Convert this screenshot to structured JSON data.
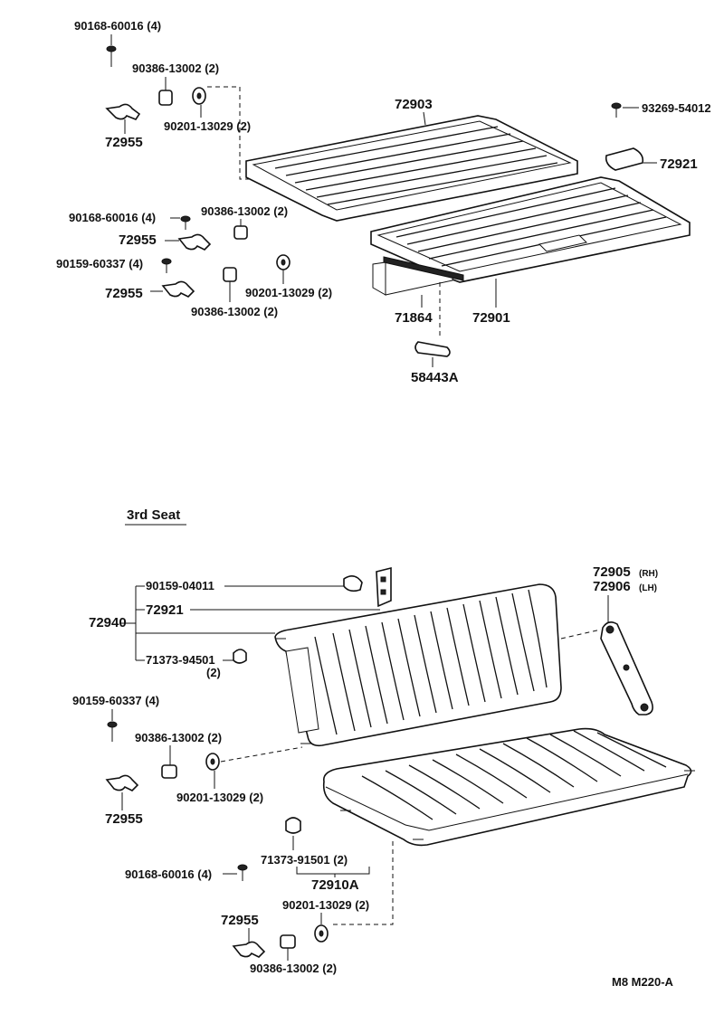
{
  "section_title": "3rd Seat",
  "footer_code": "M8  M220-A",
  "labels": {
    "top_bolt_a": "90168-60016 (4)",
    "top_bushing_a": "90386-13002 (2)",
    "top_washer_a": "90201-13029 (2)",
    "top_bracket_a": "72955",
    "panel_upper": "72903",
    "screw_right": "93269-54012",
    "pad_right": "72921",
    "top_bolt_b": "90168-60016 (4)",
    "top_bushing_b": "90386-13002 (2)",
    "top_bracket_b": "72955",
    "top_bolt_c": "90159-60337 (4)",
    "top_washer_b": "90201-13029 (2)",
    "top_bracket_c": "72955",
    "top_bushing_c": "90386-13002 (2)",
    "cover_plate": "71864",
    "panel_lower": "72901",
    "clip_bottom": "58443A",
    "back_bolt": "90159-04011",
    "back_pad": "72921",
    "back_assembly": "72940",
    "back_cushion_stop": "71373-94501",
    "back_cushion_stop_qty": "(2)",
    "hinge_rh": "72905",
    "hinge_rh_side": "(RH)",
    "hinge_lh": "72906",
    "hinge_lh_side": "(LH)",
    "seat_bolt_a": "90159-60337 (4)",
    "seat_bushing_a": "90386-13002 (2)",
    "seat_washer_a": "90201-13029 (2)",
    "seat_bracket_a": "72955",
    "seat_stop": "71373-91501 (2)",
    "seat_cushion": "72910A",
    "seat_bolt_b": "90168-60016 (4)",
    "seat_washer_b": "90201-13029 (2)",
    "seat_bracket_b": "72955",
    "seat_bushing_b": "90386-13002 (2)"
  }
}
